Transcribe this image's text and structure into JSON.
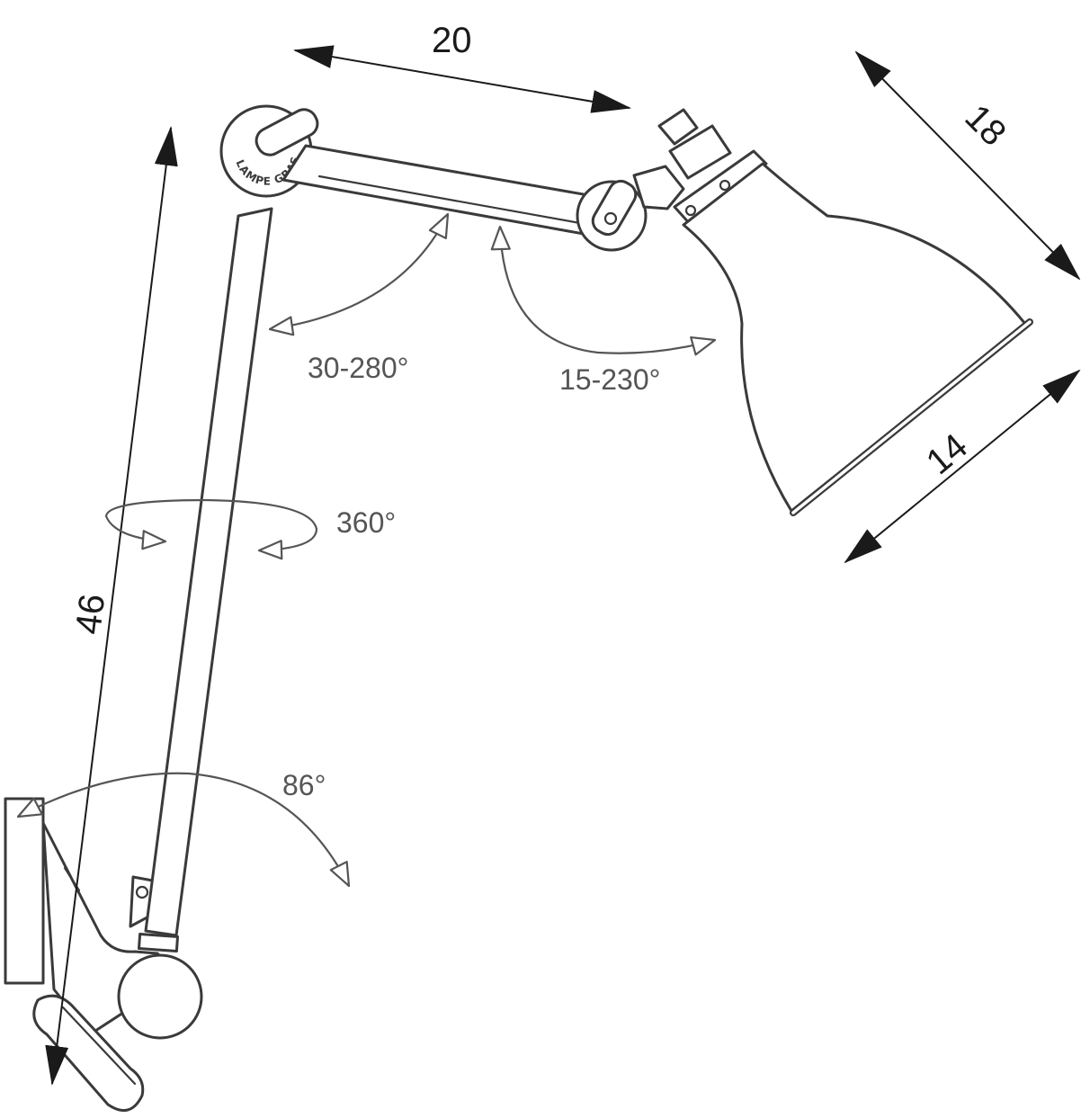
{
  "dimensions": {
    "arm_length": "20",
    "shade_height": "18",
    "shade_diameter": "14",
    "overall_height": "46"
  },
  "angles": {
    "elbow_range": "30-280°",
    "shade_range": "15-230°",
    "rotation": "360°",
    "wall_swing": "86°"
  },
  "logo": {
    "text": "LAMPE GRAS-DCW"
  },
  "colors": {
    "line": "#3a3a3a",
    "dimension": "#1a1a1a",
    "angle": "#555555"
  }
}
